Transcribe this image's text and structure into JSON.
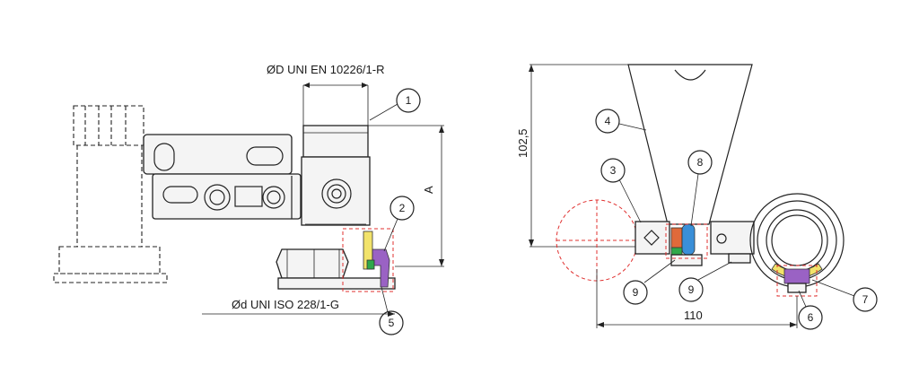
{
  "labels": {
    "dia_D": "ØD UNI EN 10226/1-R",
    "dia_d": "Ød UNI ISO 228/1-G",
    "dim_A": "A",
    "dim_height": "102,5",
    "dim_width": "110"
  },
  "callouts": {
    "c1": "1",
    "c2": "2",
    "c3": "3",
    "c4": "4",
    "c5": "5",
    "c6": "6",
    "c7": "7",
    "c8": "8",
    "c9a": "9",
    "c9b": "9"
  },
  "colors": {
    "yellow": "#f2e36b",
    "purple": "#9a62c4",
    "green": "#2fa84a",
    "blue": "#3a8fd8",
    "orange": "#e06a3a",
    "red": "#e0302f",
    "pink": "#f4b6b6"
  }
}
